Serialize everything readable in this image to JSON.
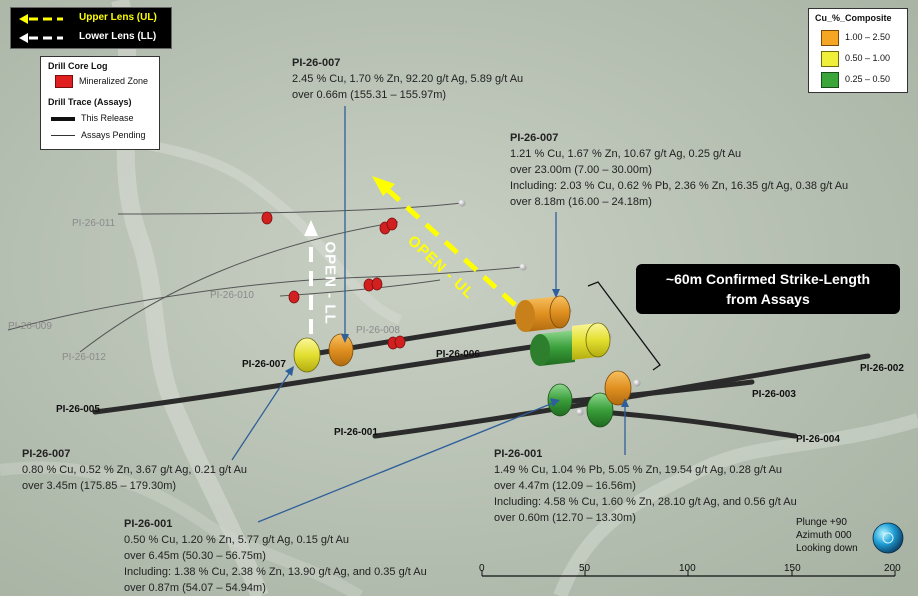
{
  "lens_legend": {
    "upper": "Upper Lens (UL)",
    "lower": "Lower Lens (LL)",
    "upper_color": "#ffff00",
    "lower_color": "#ffffff"
  },
  "drill_legend": {
    "core_log_title": "Drill Core Log",
    "mineralized": "Mineralized Zone",
    "trace_title": "Drill Trace (Assays)",
    "this_release": "This Release",
    "pending": "Assays Pending",
    "mineralized_color": "#e02020"
  },
  "cu_legend": {
    "title": "Cu_%_Composite",
    "items": [
      {
        "range": "1.00 – 2.50",
        "color": "#f5a623"
      },
      {
        "range": "0.50 – 1.00",
        "color": "#f0f03a"
      },
      {
        "range": "0.25 – 0.50",
        "color": "#3aa63a"
      }
    ]
  },
  "callout": {
    "line1": "~60m Confirmed Strike-Length",
    "line2": "from Assays"
  },
  "open_labels": {
    "ul": "OPEN - UL",
    "ll": "OPEN - LL"
  },
  "annotations": {
    "a1": {
      "title": "PI-26-007",
      "l1": "2.45 % Cu, 1.70 % Zn, 92.20 g/t Ag, 5.89 g/t Au",
      "l2": "over 0.66m (155.31 – 155.97m)"
    },
    "a2": {
      "title": "PI-26-007",
      "l1": "1.21 % Cu, 1.67 % Zn, 10.67 g/t Ag, 0.25 g/t Au",
      "l2": "over 23.00m (7.00 – 30.00m)",
      "l3": "Including: 2.03 % Cu, 0.62 % Pb, 2.36 % Zn, 16.35 g/t Ag, 0.38 g/t Au",
      "l4": "over 8.18m (16.00 – 24.18m)"
    },
    "a3": {
      "title": "PI-26-007",
      "l1": "0.80 % Cu, 0.52 % Zn, 3.67 g/t Ag, 0.21 g/t Au",
      "l2": "over 3.45m (175.85 – 179.30m)"
    },
    "a4": {
      "title": "PI-26-001",
      "l1": "0.50 % Cu, 1.20 % Zn, 5.77 g/t Ag, 0.15 g/t Au",
      "l2": "over 6.45m (50.30 – 56.75m)",
      "l3": "Including: 1.38 % Cu, 2.38 % Zn, 13.90 g/t Ag, and 0.35 g/t Au",
      "l4": "over 0.87m (54.07 – 54.94m)"
    },
    "a5": {
      "title": "PI-26-001",
      "l1": "1.49 % Cu, 1.04 % Pb, 5.05 % Zn, 19.54 g/t Ag, 0.28 g/t Au",
      "l2": "over 4.47m (12.09 – 16.56m)",
      "l3": "Including: 4.58 % Cu, 1.60 % Zn, 28.10 g/t Ag, and 0.56 g/t Au",
      "l4": "over 0.60m (12.70 – 13.30m)"
    }
  },
  "hole_labels": {
    "pi011": "PI-26-011",
    "pi010": "PI-26-010",
    "pi009": "PI-26-009",
    "pi012": "PI-26-012",
    "pi008": "PI-26-008",
    "pi007": "PI-26-007",
    "pi006": "PI-26-006",
    "pi005": "PI-26-005",
    "pi001": "PI-26-001",
    "pi002": "PI-26-002",
    "pi003": "PI-26-003",
    "pi004": "PI-26-004"
  },
  "orientation": {
    "plunge": "Plunge +90",
    "azimuth": "Azimuth 000",
    "looking": "Looking down",
    "icon": "compass-sphere-icon"
  },
  "scale_bar": {
    "ticks": [
      "0",
      "50",
      "100",
      "150",
      "200"
    ]
  }
}
